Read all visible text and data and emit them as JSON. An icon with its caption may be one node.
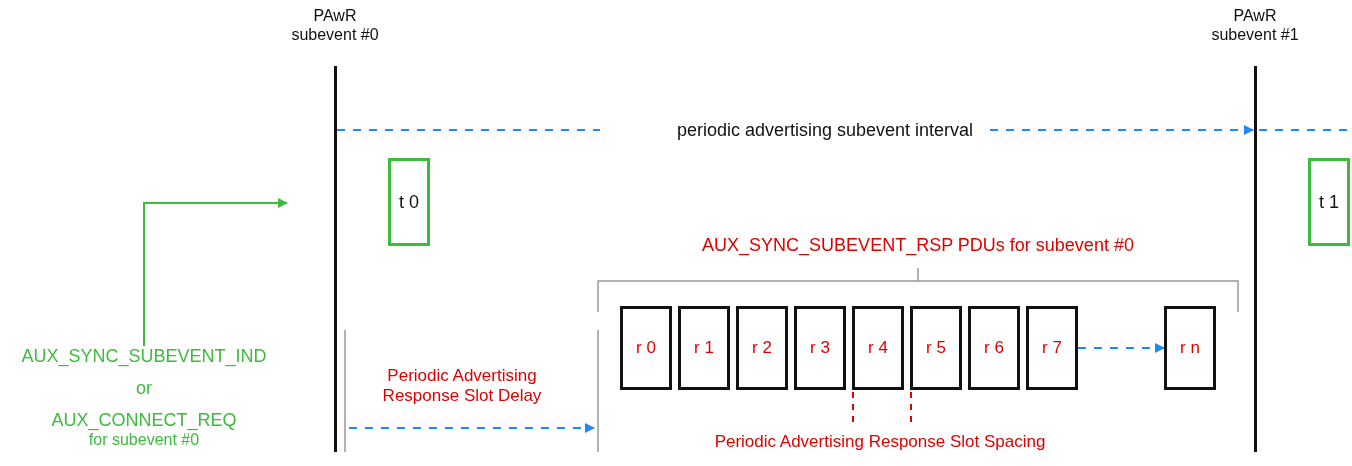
{
  "diagram": {
    "nodes": [
      {
        "text": [
          "PAwR subevent #0"
        ]
      },
      {
        "text": [
          "PAwR subevent #1"
        ]
      },
      {
        "text": [
          "t 0"
        ]
      },
      {
        "text": [
          "t 1"
        ]
      },
      {
        "text": [
          "AUX_SYNC_SUBEVENT_IND",
          "or",
          "AUX_CONNECT_REQ",
          "for subevent #0"
        ]
      },
      {
        "text": [
          "r 0"
        ]
      },
      {
        "text": [
          "r 1"
        ]
      },
      {
        "text": [
          "r 2"
        ]
      },
      {
        "text": [
          "r 3"
        ]
      },
      {
        "text": [
          "r 4"
        ]
      },
      {
        "text": [
          "r 5"
        ]
      },
      {
        "text": [
          "r 6"
        ]
      },
      {
        "text": [
          "r 7"
        ]
      },
      {
        "text": [
          "r n"
        ]
      }
    ],
    "edges": [
      {
        "from": 4,
        "to": 0,
        "arrow": "to",
        "color": "#3dbb3d"
      },
      {
        "from": 12,
        "to": 13,
        "arrow": "to",
        "style": "dashed",
        "color": "#1e88ff"
      }
    ],
    "labels": [
      "periodic advertising subevent interval",
      "AUX_SYNC_SUBEVENT_RSP PDUs for subevent #0",
      "Periodic Advertising Response Slot Delay",
      "Periodic Advertising Response Slot Spacing"
    ]
  }
}
